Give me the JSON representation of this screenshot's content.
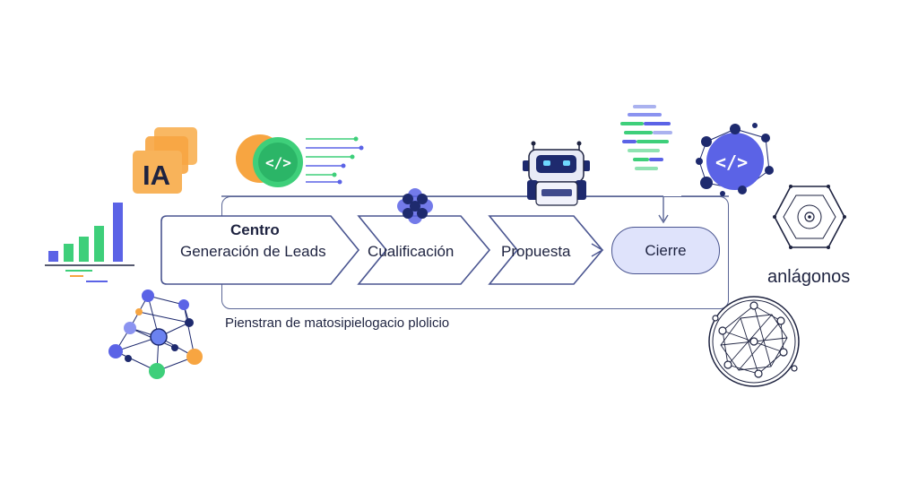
{
  "flow": {
    "header": "Centro",
    "stages": [
      "Generación de Leads",
      "Cualificación",
      "Propuesta",
      "Cierre"
    ]
  },
  "caption": "Pienstran de matosipielo⁣gacio plolicio",
  "side_label": "anlágonos",
  "ia_badge": "IA",
  "colors": {
    "navy": "#1e2340",
    "frame": "#5b6696",
    "cierre_fill": "#dfe3fb",
    "orange": "#f7a541",
    "green": "#3ecf7a",
    "blue": "#5b63e6",
    "dark_blue": "#1e2a6e"
  },
  "icons": [
    "bar-chart-icon",
    "ia-badge-icon",
    "code-globe-icon",
    "robot-icon",
    "code-lines-icon",
    "code-network-icon",
    "hexagon-network-icon",
    "circle-network-icon",
    "network-graph-icon",
    "flower-icon"
  ]
}
